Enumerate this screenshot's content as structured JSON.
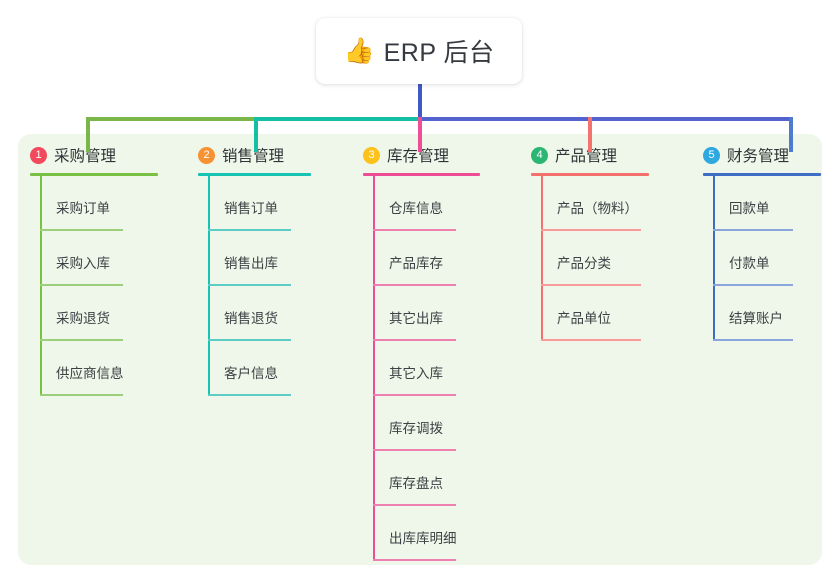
{
  "root": {
    "emoji": "👍",
    "icon_name": "thumbs-up-emoji",
    "title": "ERP 后台"
  },
  "colors": {
    "panel_background": "#eef7e9",
    "page_background": "#ffffff",
    "trunk_line": "#4258c4",
    "bus_left_green": "#7ab648",
    "bus_mid_teal": "#14bfa6",
    "bus_right_blue": "#5263cf",
    "branch_green": "#7ab648",
    "branch_teal": "#14bfa6",
    "branch_pink": "#ed4e96",
    "branch_red": "#f4736f",
    "branch_blue": "#4c7bd0",
    "title_text": "#343a40",
    "leaf_text": "#3c4145"
  },
  "branches": [
    {
      "number": "1",
      "title": "采购管理",
      "badge_color": "#f2495c",
      "line_color": "#7ac143",
      "leaf_line_color": "#9bcf79",
      "leaves": [
        {
          "label": "采购订单"
        },
        {
          "label": "采购入库"
        },
        {
          "label": "采购退货"
        },
        {
          "label": "供应商信息"
        }
      ]
    },
    {
      "number": "2",
      "title": "销售管理",
      "badge_color": "#f79232",
      "line_color": "#17c3b2",
      "leaf_line_color": "#5cccc4",
      "leaves": [
        {
          "label": "销售订单"
        },
        {
          "label": "销售出库"
        },
        {
          "label": "销售退货"
        },
        {
          "label": "客户信息"
        }
      ]
    },
    {
      "number": "3",
      "title": "库存管理",
      "badge_color": "#fcc21b",
      "line_color": "#ee4d96",
      "leaf_line_color": "#ef7fae",
      "leaves": [
        {
          "label": "仓库信息"
        },
        {
          "label": "产品库存"
        },
        {
          "label": "其它出库"
        },
        {
          "label": "其它入库"
        },
        {
          "label": "库存调拨"
        },
        {
          "label": "库存盘点"
        },
        {
          "label": "出库库明细"
        }
      ]
    },
    {
      "number": "4",
      "title": "产品管理",
      "badge_color": "#2bb673",
      "line_color": "#f4706c",
      "leaf_line_color": "#f79c98",
      "leaves": [
        {
          "label": "产品（物料）"
        },
        {
          "label": "产品分类"
        },
        {
          "label": "产品单位"
        }
      ]
    },
    {
      "number": "5",
      "title": "财务管理",
      "badge_color": "#2fa8e0",
      "line_color": "#3f6cc4",
      "leaf_line_color": "#8aa6dd",
      "leaves": [
        {
          "label": "回款单"
        },
        {
          "label": "付款单"
        },
        {
          "label": "结算账户"
        }
      ]
    }
  ]
}
